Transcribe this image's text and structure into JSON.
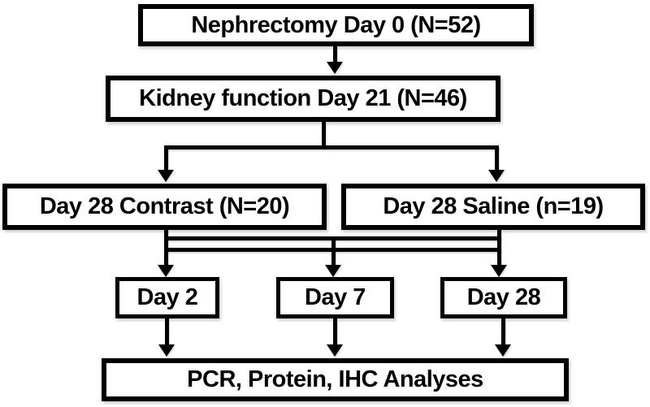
{
  "figure": {
    "type": "flowchart",
    "background_color": "#ffffff",
    "line_color": "#000000",
    "text_color": "#000000",
    "nodes": {
      "nephrectomy": {
        "label": "Nephrectomy Day 0 (N=52)"
      },
      "kidney_function": {
        "label": "Kidney function Day 21 (N=46)"
      },
      "contrast": {
        "label": "Day 28 Contrast (N=20)"
      },
      "saline": {
        "label": "Day 28 Saline (n=19)"
      },
      "day2": {
        "label": "Day 2"
      },
      "day7": {
        "label": "Day 7"
      },
      "day28": {
        "label": "Day 28"
      },
      "analyses": {
        "label": "PCR, Protein, IHC Analyses"
      }
    },
    "edges": [
      {
        "from": "nephrectomy",
        "to": "kidney_function"
      },
      {
        "from": "kidney_function",
        "to": "contrast"
      },
      {
        "from": "kidney_function",
        "to": "saline"
      },
      {
        "from": "contrast",
        "to": "day2"
      },
      {
        "from": "contrast",
        "to": "day7"
      },
      {
        "from": "contrast",
        "to": "day28"
      },
      {
        "from": "saline",
        "to": "day2"
      },
      {
        "from": "saline",
        "to": "day7"
      },
      {
        "from": "saline",
        "to": "day28"
      },
      {
        "from": "day2",
        "to": "analyses"
      },
      {
        "from": "day7",
        "to": "analyses"
      },
      {
        "from": "day28",
        "to": "analyses"
      }
    ]
  }
}
